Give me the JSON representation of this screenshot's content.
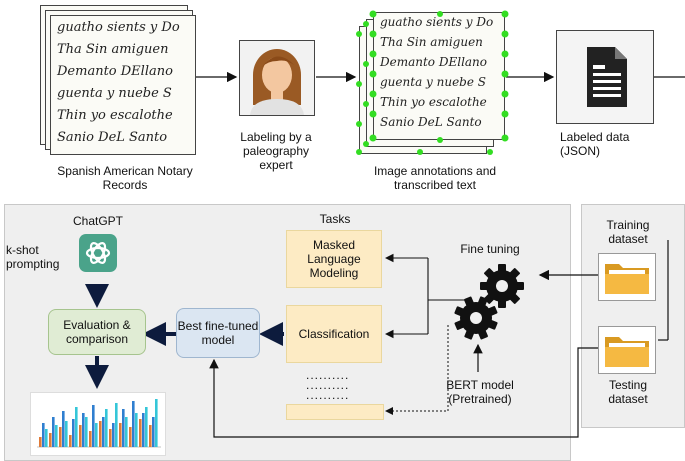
{
  "top": {
    "records_label": "Spanish American Notary Records",
    "labeling_label": "Labeling by a paleography expert",
    "annotations_label": "Image annotations and transcribed text",
    "labeled_label": "Labeled data (JSON)",
    "handwriting_lines": [
      "guatho sients y Do",
      "Tha Sin amiguen",
      "Demanto DEllano",
      "guenta y nuebe S",
      "Thin yo escalothe",
      "Sanio DeL Santo"
    ]
  },
  "bottom": {
    "chatgpt_label": "ChatGPT",
    "kshot_label": "k-shot prompting",
    "evaluation_label": "Evaluation & comparison",
    "best_model_label": "Best fine-tuned model",
    "tasks_title": "Tasks",
    "task_mlm": "Masked Language Modeling",
    "task_classification": "Classification",
    "fine_tuning_label": "Fine tuning",
    "bert_label": "BERT model (Pretrained)",
    "training_label": "Training dataset",
    "testing_label": "Testing dataset"
  },
  "colors": {
    "panel": "#efefef",
    "task_box": "#fdebc4",
    "eval_box": "#e0ecd4",
    "model_box": "#dbe6f2",
    "folder": "#f5b942",
    "annotation_dot": "#33dd22",
    "chatgpt": "#4aa38a"
  }
}
